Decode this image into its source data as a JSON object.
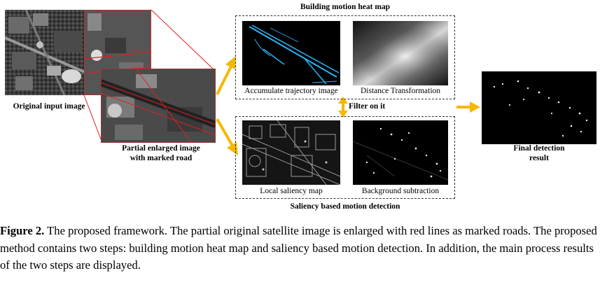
{
  "labels": {
    "original_input": "Original input image",
    "partial_enlarged_1": "Partial enlarged image",
    "partial_enlarged_2": "with marked road",
    "heatmap_section": "Building motion heat map",
    "accumulate": "Accumulate trajectory image",
    "distance": "Distance Transformation",
    "filter": "Filter on it",
    "local_saliency": "Local saliency map",
    "background": "Background subtraction",
    "saliency_section": "Saliency based motion detection",
    "final_1": "Final detection",
    "final_2": "result"
  },
  "caption": {
    "figure": "Figure 2.",
    "text": " The proposed framework. The partial original satellite image is enlarged with red lines as marked roads. The proposed method contains two steps: building motion heat map and saliency based motion detection. In addition, the main process results of the two steps are displayed."
  },
  "colors": {
    "arrow": "#f5b800",
    "road_lines": "#e02020",
    "trajectory": "#29b6f6"
  }
}
